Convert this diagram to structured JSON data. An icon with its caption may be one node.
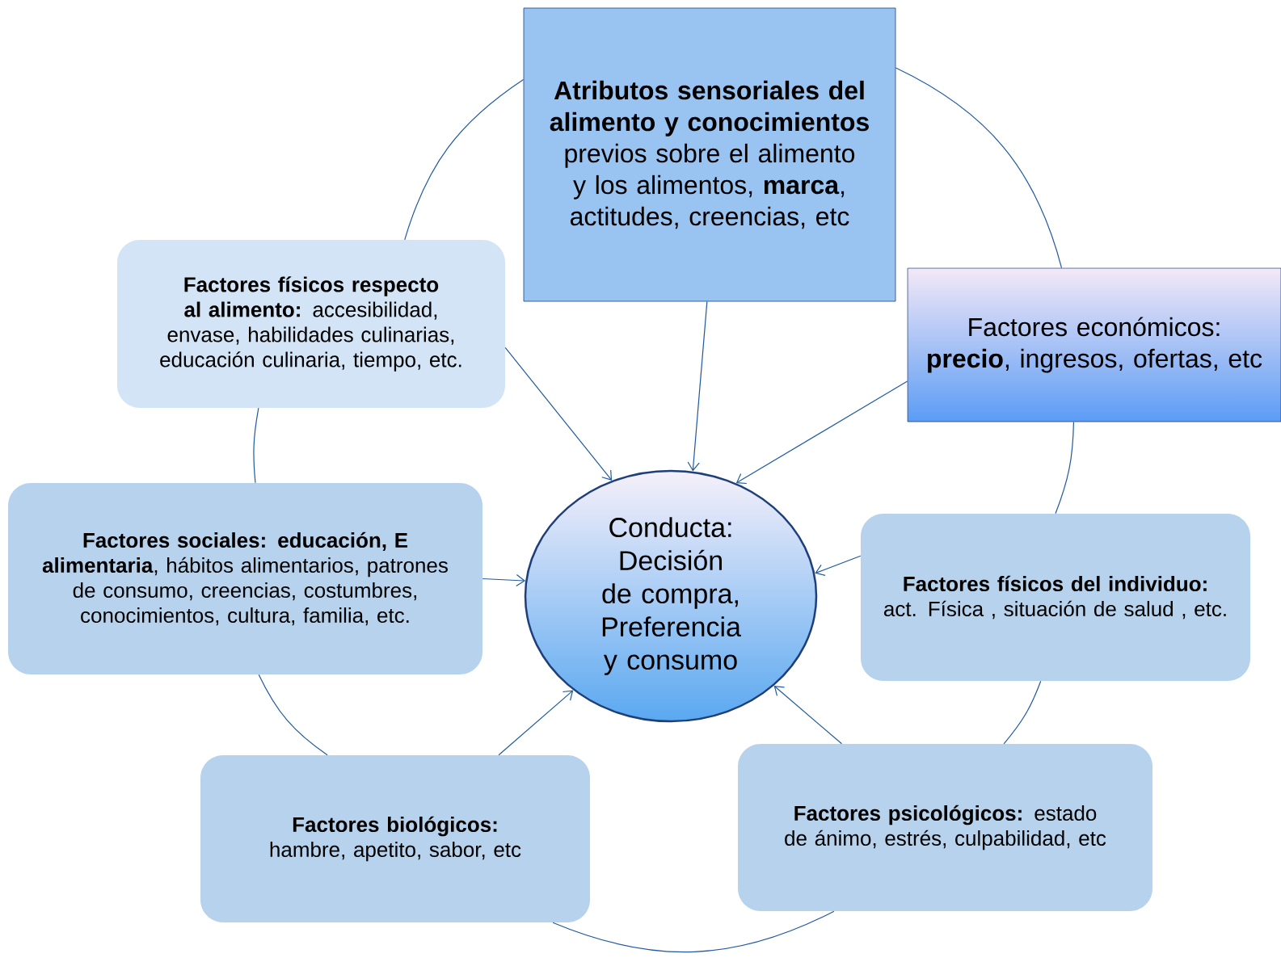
{
  "diagram": {
    "nodes": [
      {
        "text": [
          "**Atributos sensoriales del alimento y conocimientos** previos sobre el alimento y los alimentos, **marca**, actitudes, creencias, etc"
        ]
      },
      {
        "text": [
          "**Factores físicos respecto al alimento:** accesibilidad, envase, habilidades culinarias, educación culinaria, tiempo, etc."
        ]
      },
      {
        "text": [
          "Factores económicos: **precio**, ingresos, ofertas, etc"
        ]
      },
      {
        "text": [
          "**Factores sociales: educación, E alimentaria**, hábitos alimentarios, patrones de consumo, creencias, costumbres, conocimientos, cultura, familia, etc."
        ]
      },
      {
        "text": [
          "Conducta: Decisión de compra, Preferencia y consumo"
        ]
      },
      {
        "text": [
          "**Factores físicos del individuo:** act. Física , situación de salud , etc."
        ]
      },
      {
        "text": [
          "**Factores biológicos:** hambre, apetito, sabor, etc"
        ]
      },
      {
        "text": [
          "**Factores psicológicos:** estado de ánimo, estrés, culpabilidad, etc"
        ]
      }
    ],
    "edges": [
      {
        "from": 0,
        "to": 4,
        "arrow": "to"
      },
      {
        "from": 1,
        "to": 4,
        "arrow": "to"
      },
      {
        "from": 2,
        "to": 4,
        "arrow": "to"
      },
      {
        "from": 3,
        "to": 4,
        "arrow": "to"
      },
      {
        "from": 5,
        "to": 4,
        "arrow": "to"
      },
      {
        "from": 6,
        "to": 4,
        "arrow": "to"
      },
      {
        "from": 7,
        "to": 4,
        "arrow": "to"
      },
      {
        "from": 0,
        "to": 1,
        "arrow": "none"
      },
      {
        "from": 1,
        "to": 3,
        "arrow": "none"
      },
      {
        "from": 3,
        "to": 6,
        "arrow": "none"
      },
      {
        "from": 6,
        "to": 7,
        "arrow": "none"
      },
      {
        "from": 7,
        "to": 5,
        "arrow": "none"
      },
      {
        "from": 5,
        "to": 2,
        "arrow": "none"
      },
      {
        "from": 2,
        "to": 0,
        "arrow": "none"
      }
    ]
  }
}
